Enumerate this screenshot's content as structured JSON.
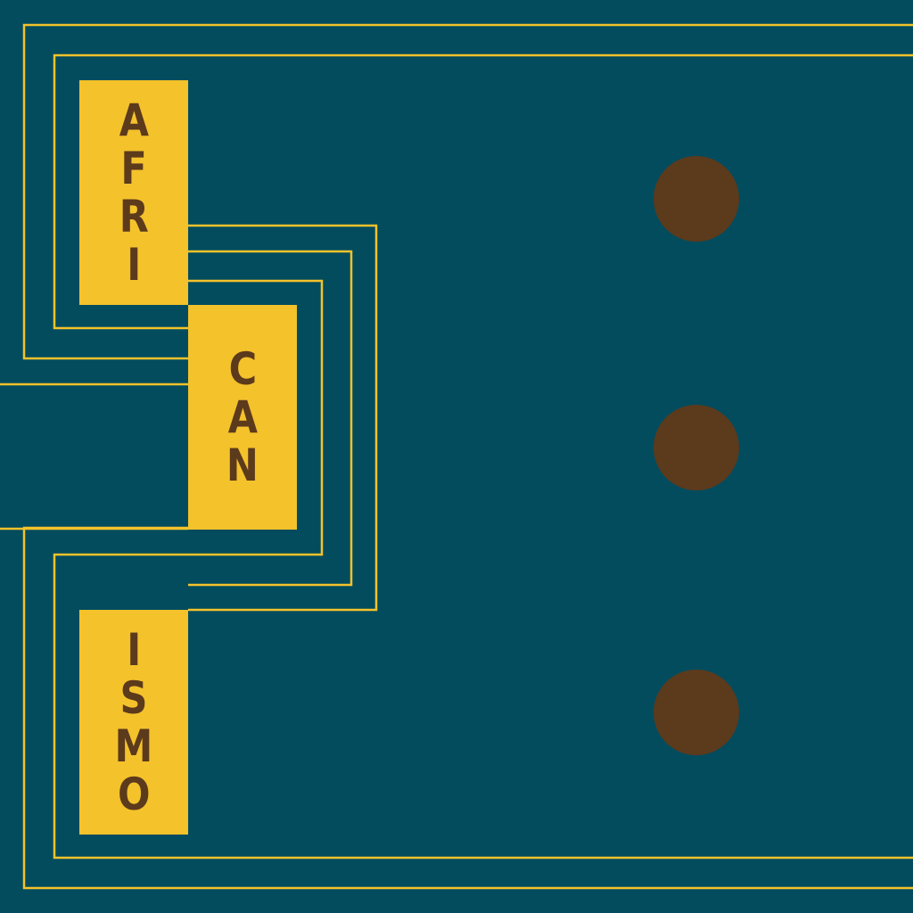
{
  "colors": {
    "background": "#034c5e",
    "accent": "#f4c22b",
    "letters": "#5c3a1c",
    "dots": "#5c3a1c"
  },
  "text_blocks": {
    "afri": [
      "A",
      "F",
      "R",
      "I"
    ],
    "can": [
      "C",
      "A",
      "N"
    ],
    "ismo": [
      "I",
      "S",
      "M",
      "O"
    ]
  },
  "decoration": {
    "dot_count": 3,
    "line_count": 3
  }
}
